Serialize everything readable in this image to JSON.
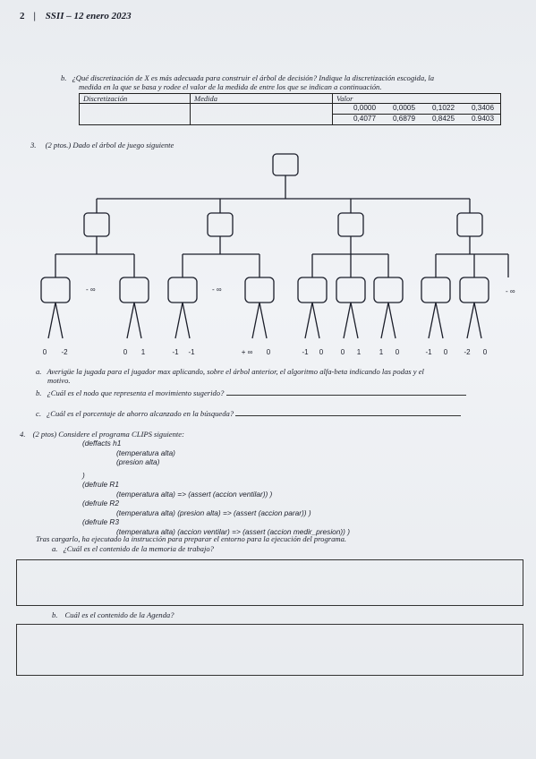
{
  "header": {
    "page_num": "2",
    "title": "SSII – 12 enero 2023"
  },
  "q_b": {
    "label": "b.",
    "text_line1": "¿Qué discretización de X es más adecuada para construir el árbol de decisión? Indique la discretización escogida, la",
    "text_line2": "medida en la que se basa y rodee el valor de la medida de entre los que se indican a continuación."
  },
  "table": {
    "headers": [
      "Discretización",
      "Medida",
      "Valor"
    ],
    "rows": [
      [
        "0,0000",
        "0,0005",
        "0,1022",
        "0,3406"
      ],
      [
        "0,4077",
        "0,6879",
        "0,8425",
        "0.9403"
      ]
    ]
  },
  "q3": {
    "number": "3.",
    "points": "(2 ptos.)",
    "text": "Dado el árbol de juego siguiente"
  },
  "tree": {
    "level2_labels": [
      "- ∞",
      "- ∞",
      "- ∞"
    ],
    "leaf_pairs": [
      [
        "0",
        "-2"
      ],
      [
        "0",
        "1"
      ],
      [
        "-1",
        "-1"
      ],
      [
        "+ ∞",
        "0"
      ],
      [
        "-1",
        "0"
      ],
      [
        "0",
        "1"
      ],
      [
        "1",
        "0"
      ],
      [
        "-1",
        "0"
      ],
      [
        "-2",
        "0"
      ]
    ]
  },
  "q3_sub": {
    "a_label": "a.",
    "a_text": "Averigüe la jugada para el jugador max aplicando, sobre el árbol anterior, el algoritmo alfa-beta indicando las podas y el",
    "a_text2": "motivo.",
    "b_label": "b.",
    "b_text": "¿Cuál es el nodo que representa el movimiento sugerido?",
    "c_label": "c.",
    "c_text": "¿Cuál es el porcentaje de ahorro alcanzado en la búsqueda?"
  },
  "q4": {
    "number": "4.",
    "points": "(2 ptos)",
    "text": "Considere el programa CLIPS siguiente:",
    "code": [
      "(deffacts h1",
      "(temperatura alta)",
      "(presion alta)",
      ")",
      "(defrule R1",
      "(temperatura alta) => (assert (accion ventilar)) )",
      "(defrule R2",
      "(temperatura alta) (presion alta) => (assert (accion parar)) )",
      "(defrule R3",
      "(temperatura alta) (accion ventilar) => (assert (accion medir_presion)) )"
    ],
    "after": "Tras cargarlo, ha ejecutado la instrucción para preparar el entorno para la ejecución del programa.",
    "a_label": "a.",
    "a_text": "¿Cuál es el contenido de la memoria de trabajo?",
    "b_label": "b.",
    "b_text": "Cuál es el contenido de la Agenda?"
  }
}
